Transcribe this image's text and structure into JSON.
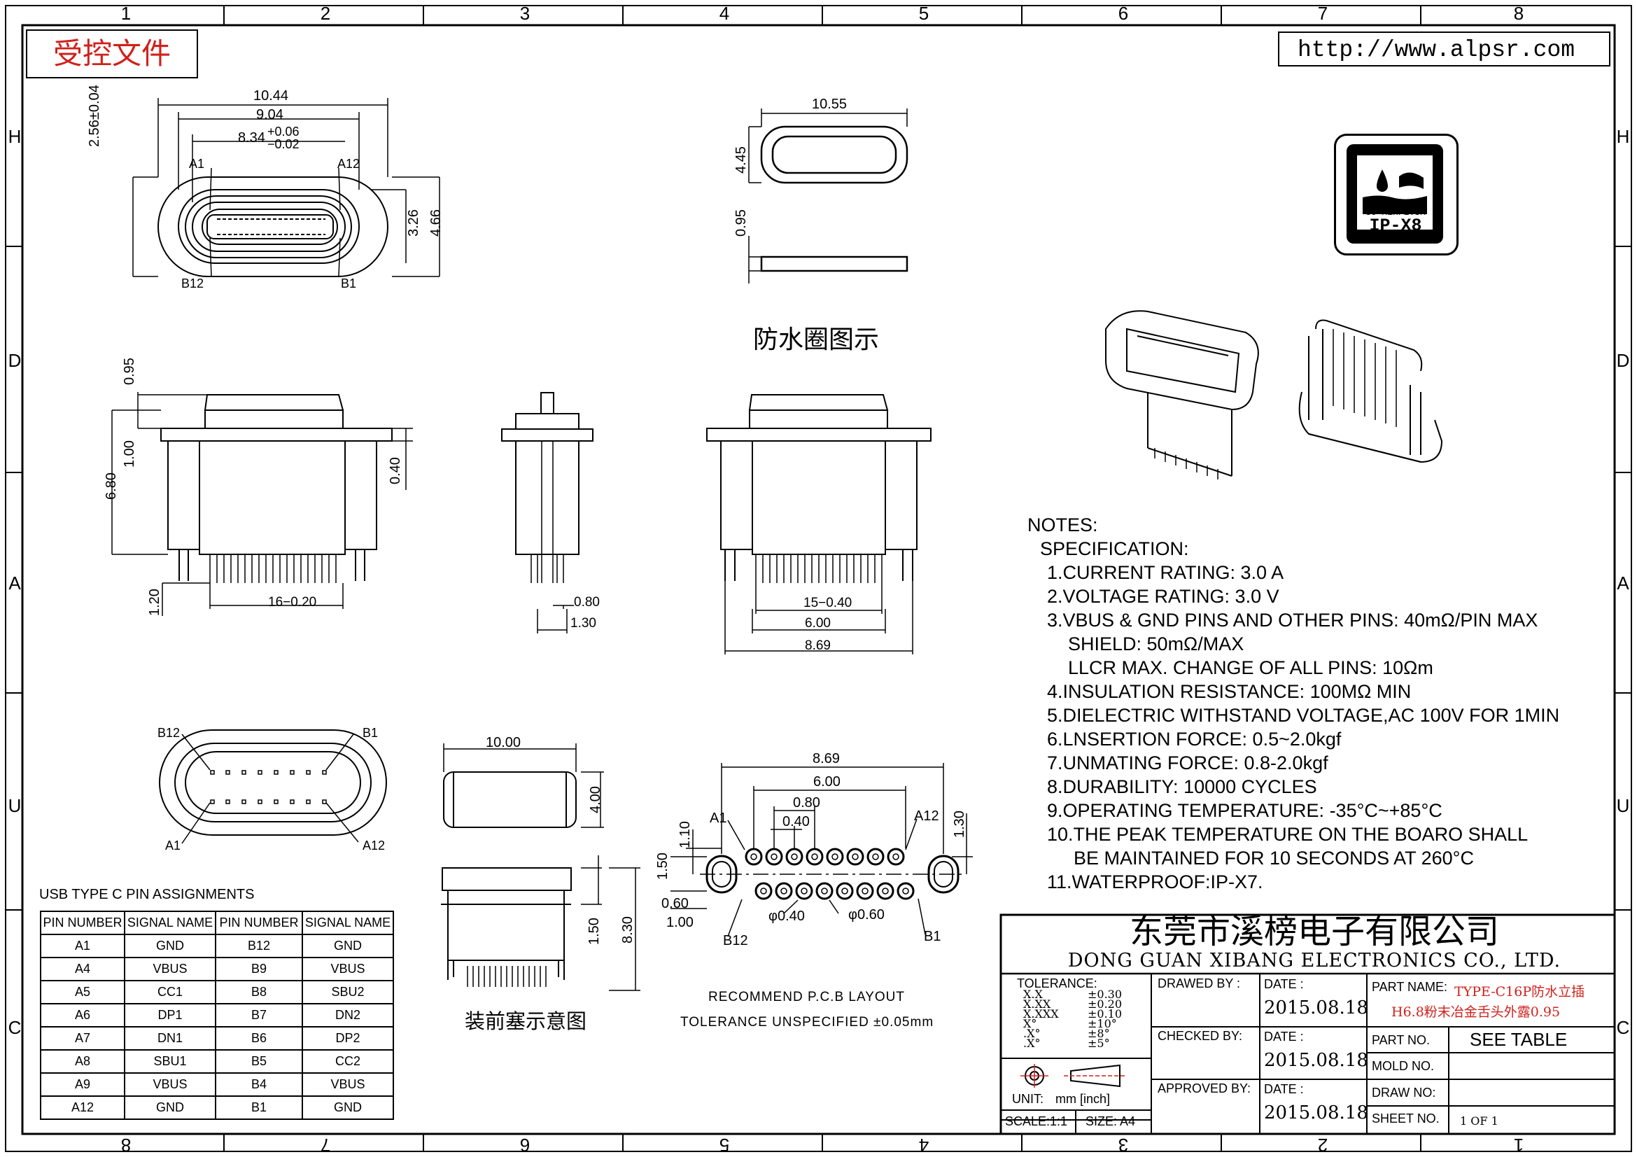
{
  "stamp": "受控文件",
  "website": "http://www.alpsr.com",
  "zones": {
    "top": [
      "1",
      "2",
      "3",
      "4",
      "5",
      "6",
      "7",
      "8"
    ],
    "bottom": [
      "8",
      "7",
      "6",
      "5",
      "4",
      "3",
      "2",
      "1"
    ],
    "side": [
      "H",
      "D",
      "A",
      "U",
      "C"
    ]
  },
  "views": {
    "top_front": {
      "dims": [
        "10.44",
        "9.04",
        "8.34",
        "+0.06",
        "−0.02",
        "2.56±0.04",
        "3.26",
        "4.66"
      ],
      "pins": [
        "A1",
        "A12",
        "B12",
        "B1"
      ]
    },
    "gasket": {
      "dims": [
        "10.55",
        "4.45",
        "0.95"
      ],
      "caption": "防水圈图示"
    },
    "side_view_left": {
      "dims": [
        "0.95",
        "1.00",
        "6.80",
        "0.40",
        "1.20",
        "16−0.20"
      ]
    },
    "side_view_mid": {
      "dims": [
        "0.80",
        "1.30"
      ]
    },
    "side_view_right": {
      "dims": [
        "15−0.40",
        "6.00",
        "8.69"
      ]
    },
    "bottom_front": {
      "pins": [
        "B12",
        "B1",
        "A1",
        "A12"
      ]
    },
    "plug_view": {
      "dims": [
        "10.00",
        "4.00",
        "1.50",
        "8.30"
      ],
      "caption": "装前塞示意图"
    },
    "pcb_layout": {
      "dims": [
        "8.69",
        "6.00",
        "0.80",
        "0.40",
        "1.10",
        "1.30",
        "1.50",
        "0.60",
        "1.00",
        "φ0.40",
        "φ0.60"
      ],
      "pins": [
        "A1",
        "A12",
        "B12",
        "B1"
      ],
      "caption1": "RECOMMEND P.C.B LAYOUT",
      "caption2": "TOLERANCE UNSPECIFIED ±0.05mm"
    },
    "ip_badge": {
      "line1": "30 Min/1.5M",
      "line2": "IP-X8"
    }
  },
  "notes": {
    "title": "NOTES:",
    "spec": "SPECIFICATION:",
    "items": [
      "1.CURRENT RATING: 3.0 A",
      "2.VOLTAGE RATING: 3.0 V",
      "3.VBUS & GND PINS AND OTHER PINS: 40mΩ/PIN MAX",
      "SHIELD: 50mΩ/MAX",
      "LLCR MAX. CHANGE OF ALL PINS: 10Ωm",
      "4.INSULATION RESISTANCE:  100MΩ MIN",
      "5.DIELECTRIC WITHSTAND VOLTAGE,AC 100V FOR 1MIN",
      "6.LNSERTION FORCE: 0.5~2.0kgf",
      "7.UNMATING FORCE: 0.8-2.0kgf",
      "8.DURABILITY: 10000 CYCLES",
      "9.OPERATING TEMPERATURE: -35°C~+85°C",
      "10.THE PEAK TEMPERATURE ON THE BOARO SHALL",
      "BE MAINTAINED FOR 10 SECONDS AT 260°C",
      "11.WATERPROOF:IP-X7."
    ]
  },
  "pin_table": {
    "title": "USB TYPE C PIN ASSIGNMENTS",
    "headers": [
      "PIN NUMBER",
      "SIGNAL NAME",
      "PIN NUMBER",
      "SIGNAL NAME"
    ],
    "rows": [
      [
        "A1",
        "GND",
        "B12",
        "GND"
      ],
      [
        "A4",
        "VBUS",
        "B9",
        "VBUS"
      ],
      [
        "A5",
        "CC1",
        "B8",
        "SBU2"
      ],
      [
        "A6",
        "DP1",
        "B7",
        "DN2"
      ],
      [
        "A7",
        "DN1",
        "B6",
        "DP2"
      ],
      [
        "A8",
        "SBU1",
        "B5",
        "CC2"
      ],
      [
        "A9",
        "VBUS",
        "B4",
        "VBUS"
      ],
      [
        "A12",
        "GND",
        "B1",
        "GND"
      ]
    ]
  },
  "title_block": {
    "company_cn": "东莞市溪榜电子有限公司",
    "company_en": "DONG GUAN XIBANG ELECTRONICS CO., LTD.",
    "tolerance_label": "TOLERANCE:",
    "tolerance_rows": [
      [
        "X.X",
        "±0.30"
      ],
      [
        "X.XX",
        "±0.20"
      ],
      [
        "X.XXX",
        "±0.10"
      ],
      [
        "X°",
        "±10°"
      ],
      [
        ".X°",
        "±8°"
      ],
      [
        ".X°",
        "±5°"
      ]
    ],
    "unit_label": "UNIT:",
    "unit_value": "mm  [inch]",
    "scale": "SCALE:1:1",
    "size": "SIZE:  A4",
    "drawn_by": "DRAWED BY :",
    "checked_by": "CHECKED BY:",
    "approved_by": "APPROVED BY:",
    "date_label": "DATE  :",
    "dates": [
      "2015.08.18",
      "2015.08.18",
      "2015.08.18"
    ],
    "part_name_label": "PART NAME:",
    "part_name_1": "TYPE-C16P防水立插",
    "part_name_2": "H6.8粉末冶金舌头外露0.95",
    "part_no_label": "PART  NO.",
    "part_no_value": "SEE TABLE",
    "mold_no_label": "MOLD  NO.",
    "draw_no_label": "DRAW  NO:",
    "sheet_label": "SHEET  NO.",
    "sheet_value": "1  OF  1"
  }
}
